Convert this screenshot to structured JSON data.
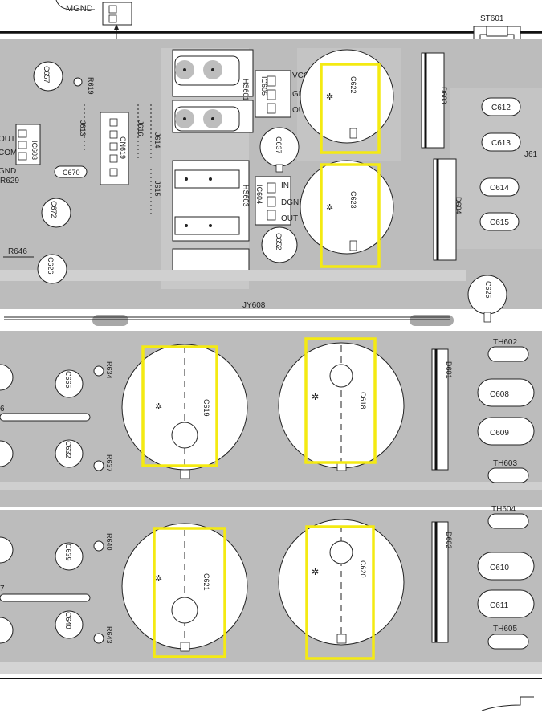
{
  "board": {
    "header_net": "MGND",
    "connector": "ST601",
    "jumper": "JY608",
    "heatsinks": [
      "HS601",
      "HS603"
    ],
    "ics": [
      {
        "ref": "IC603",
        "pins": [
          "OUT",
          "COM",
          "GND"
        ]
      },
      {
        "ref": "IC605",
        "pins": [
          "VCC",
          "GND",
          "OUT"
        ]
      },
      {
        "ref": "IC604",
        "pins": [
          "IN",
          "DGND",
          "OUT"
        ]
      }
    ],
    "diodes": [
      "D603",
      "D604",
      "D601",
      "D602"
    ],
    "jumpers": [
      "J613",
      "J616",
      "J614",
      "J615",
      "J61"
    ],
    "connectors": [
      "CN619"
    ],
    "resistors": [
      "R619",
      "R629",
      "R646",
      "R634",
      "R637",
      "R640",
      "R643"
    ],
    "small_caps": [
      "C657",
      "C670",
      "C672",
      "C626",
      "C637",
      "C652",
      "C665",
      "C632",
      "C639",
      "C640",
      "C625"
    ],
    "side_caps": [
      "C612",
      "C613",
      "C614",
      "C615",
      "C608",
      "C609",
      "C610",
      "C611"
    ],
    "thermistors": [
      "TH602",
      "TH603",
      "TH604",
      "TH605"
    ],
    "large_caps": [
      "C622",
      "C623",
      "C619",
      "C618",
      "C621",
      "C620"
    ],
    "edge_fragments": [
      "6",
      "7"
    ]
  }
}
